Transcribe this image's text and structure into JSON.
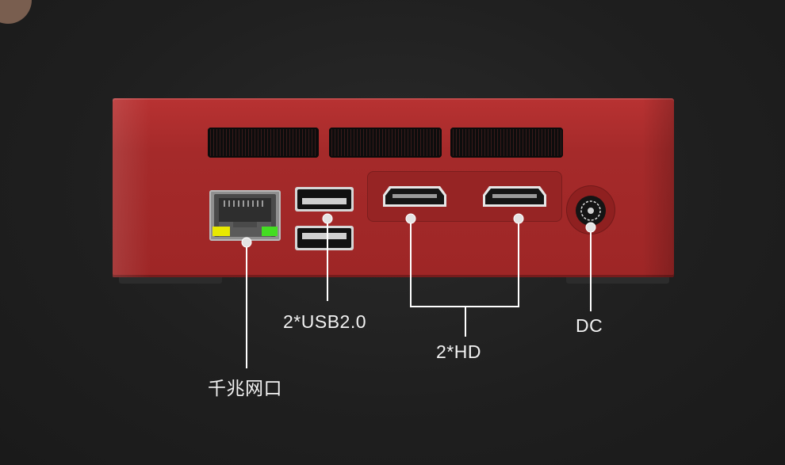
{
  "labels": {
    "lan": "千兆网口",
    "usb": "2*USB2.0",
    "hd": "2*HD",
    "dc": "DC"
  },
  "colors": {
    "background": "#1f1f1f",
    "chassis": "#a52a2a",
    "callout": "#ffffff",
    "led_yellow": "#e8e800",
    "led_green": "#44dd22"
  }
}
